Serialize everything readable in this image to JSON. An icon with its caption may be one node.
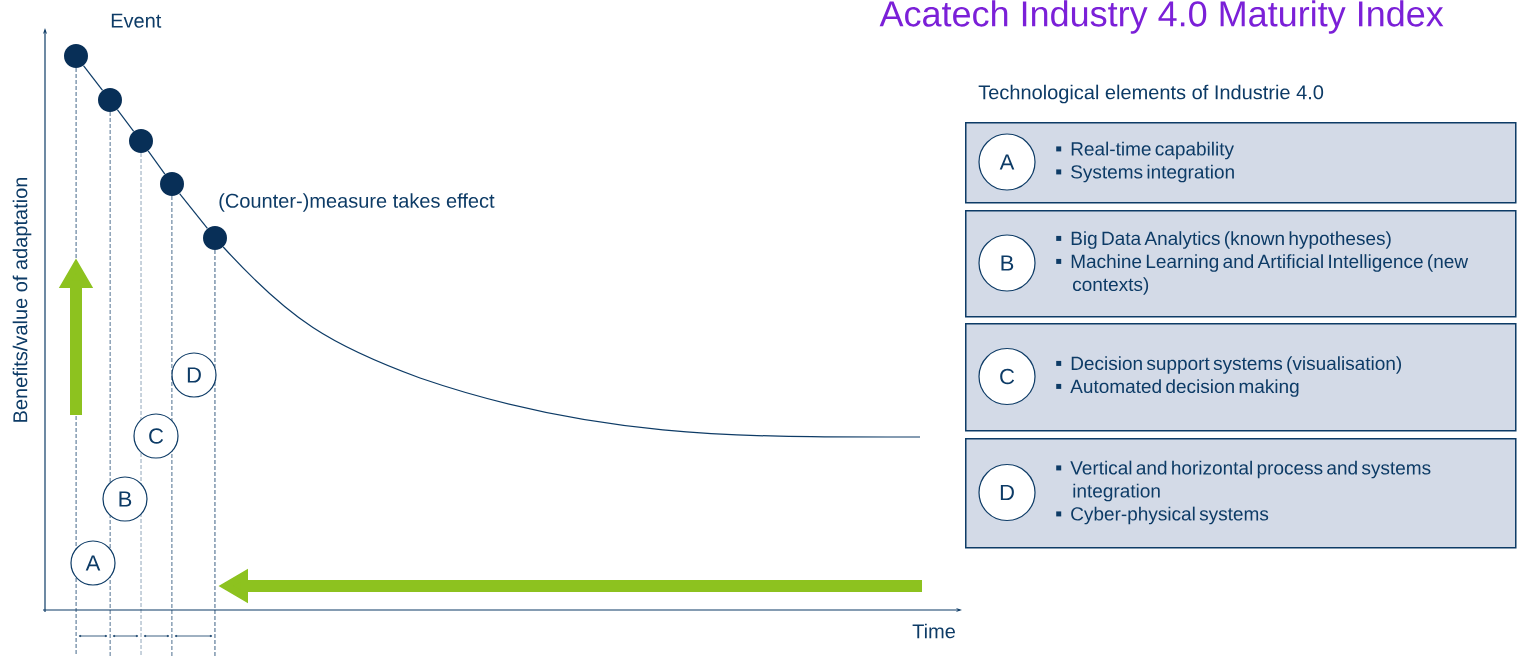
{
  "diagram": {
    "title": "Acatech Industry 4.0 Maturity Index",
    "nodes": [
      {
        "text": [],
        "shape": "circle",
        "beside": [
          "Event"
        ]
      },
      {
        "text": [],
        "shape": "circle"
      },
      {
        "text": [],
        "shape": "circle"
      },
      {
        "text": [],
        "shape": "circle"
      },
      {
        "text": [],
        "shape": "circle",
        "beside": [
          "(Counter-)measure takes effect"
        ]
      },
      {
        "text": [
          "A"
        ]
      },
      {
        "text": [
          "B"
        ]
      },
      {
        "text": [
          "C"
        ]
      },
      {
        "text": [
          "D"
        ]
      },
      {
        "text": [
          "Real-time capability",
          "Systems integration"
        ]
      },
      {
        "text": [
          "A"
        ],
        "in": 9
      },
      {
        "text": [
          "Big Data Analytics (known hypotheses)",
          "Machine Learning and Artificial Intelligence (new contexts)"
        ]
      },
      {
        "text": [
          "B"
        ],
        "in": 11
      },
      {
        "text": [
          "Decision support systems (visualisation)",
          "Automated decision making"
        ]
      },
      {
        "text": [
          "C"
        ],
        "in": 13
      },
      {
        "text": [
          "Vertical and horizontal process and systems integration",
          "Cyber-physical systems"
        ]
      },
      {
        "text": [
          "D"
        ],
        "in": 15
      }
    ],
    "edges": [
      {
        "from": 0,
        "to": 1,
        "arrow": "none"
      },
      {
        "from": 1,
        "to": 2,
        "arrow": "none"
      },
      {
        "from": 2,
        "to": 3,
        "arrow": "none"
      },
      {
        "from": 3,
        "to": 4,
        "arrow": "none"
      },
      {
        "from": 4,
        "to": null,
        "arrow": "none"
      }
    ],
    "labels": [
      "Benefits/value of adaptation",
      "Time",
      "Technological elements of Industrie 4.0"
    ]
  }
}
